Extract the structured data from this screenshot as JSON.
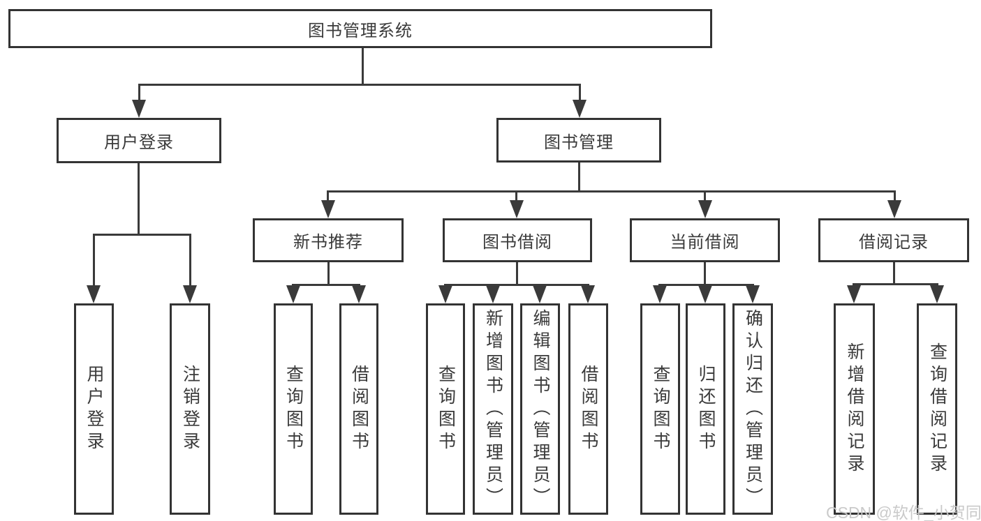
{
  "diagram": {
    "root": {
      "label": "图书管理系统"
    },
    "user_login": {
      "label": "用户登录",
      "children": {
        "login": "用户登录",
        "logout": "注销登录"
      }
    },
    "book_mgmt": {
      "label": "图书管理"
    },
    "new_book": {
      "label": "新书推荐",
      "children": {
        "query_book": "查询图书",
        "borrow_book": "借阅图书"
      }
    },
    "book_borrow": {
      "label": "图书借阅",
      "children": {
        "query_book": "查询图书",
        "add_book": "新增图书（管理员）",
        "edit_book": "编辑图书（管理员）",
        "borrow_book": "借阅图书"
      }
    },
    "current_borrow": {
      "label": "当前借阅",
      "children": {
        "query_book": "查询图书",
        "return_book": "归还图书",
        "confirm_return": "确认归还（管理员）"
      }
    },
    "borrow_records": {
      "label": "借阅记录",
      "children": {
        "add_record": "新增借阅记录",
        "query_record": "查询借阅记录"
      }
    }
  },
  "watermark": {
    "text": "CSDN @软件_小贺同学"
  },
  "colors": {
    "line": "#3a3a3a",
    "box_border": "#333333",
    "text": "#3a3a3a",
    "watermark": "#c8c8c8",
    "background": "#ffffff"
  }
}
